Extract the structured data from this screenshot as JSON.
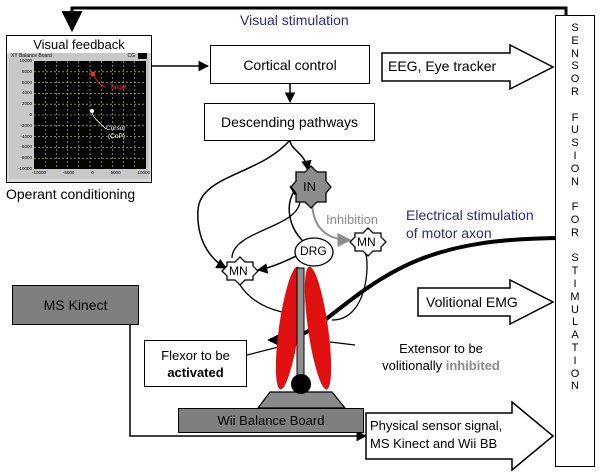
{
  "top_label": "Visual stimulation",
  "visual_feedback": {
    "title": "Visual feedback",
    "window_title": "XY Balance Board",
    "window_corner": "CG",
    "y_ticks": [
      "10000",
      "8000",
      "6000",
      "4000",
      "2000",
      "0",
      "-2000",
      "-4000",
      "-6000",
      "-8000",
      "-10000"
    ],
    "x_ticks": [
      "-10000",
      "-5000",
      "0",
      "5000",
      "10000"
    ],
    "target_label": "Target",
    "cursor_label": "Cursor",
    "cursor_sub": "(CoP)",
    "caption": "Operant conditioning"
  },
  "cortical_control": "Cortical control",
  "eeg_label": "EEG, Eye tracker",
  "descending_pathways": "Descending pathways",
  "neurons": {
    "in": "IN",
    "mn_left": "MN",
    "mn_right": "MN",
    "drg": "DRG"
  },
  "inhibition_label": "Inhibition",
  "electrical_stim": {
    "line1": "Electrical stimulation",
    "line2": "of motor axon"
  },
  "ms_kinect": "MS Kinect",
  "volitional_emg": "Volitional EMG",
  "flexor": {
    "line1": "Flexor to be",
    "line2": "activated"
  },
  "extensor": {
    "line1": "Extensor to be",
    "line2_prefix": "volitionally ",
    "line2_highlight": "inhibited"
  },
  "wii_board": "Wii Balance Board",
  "physical_sensor": {
    "line1": "Physical sensor signal,",
    "line2": "MS Kinect and Wii BB"
  },
  "sensor_fusion_letters": [
    "S",
    "E",
    "N",
    "S",
    "O",
    "R",
    "",
    "F",
    "U",
    "S",
    "I",
    "O",
    "N",
    "",
    "F",
    "O",
    "R",
    "",
    "S",
    "T",
    "I",
    "M",
    "U",
    "L",
    "A",
    "T",
    "I",
    "O",
    "N"
  ],
  "colors": {
    "muscle": "#e01010",
    "inhibition": "#8c8c8c",
    "label_blue": "#2b2b80",
    "grey_box": "#7f7f7f",
    "plot_bg": "#050505",
    "grid": "#c9c97a"
  }
}
